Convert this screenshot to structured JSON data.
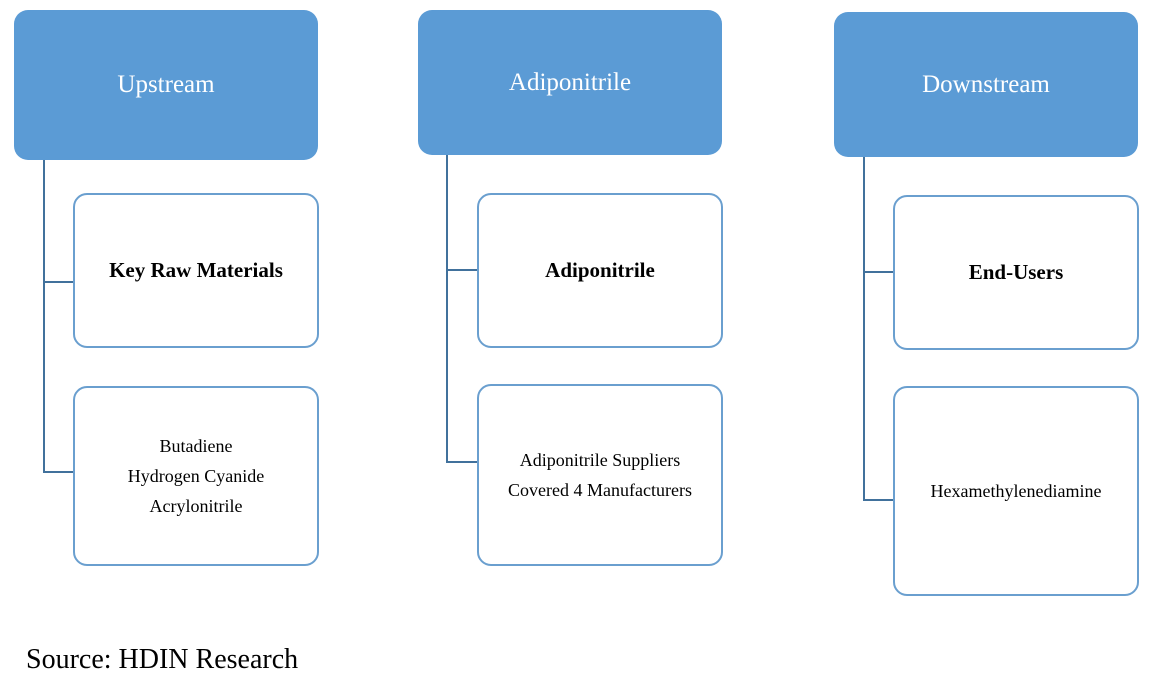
{
  "columns": [
    {
      "header": "Upstream",
      "title": "Key Raw Materials",
      "items": [
        "Butadiene",
        "Hydrogen Cyanide",
        "Acrylonitrile"
      ]
    },
    {
      "header": "Adiponitrile",
      "title": "Adiponitrile",
      "items": [
        "Adiponitrile Suppliers",
        "Covered 4 Manufacturers"
      ]
    },
    {
      "header": "Downstream",
      "title": "End-Users",
      "items": [
        "Hexamethylenediamine"
      ]
    }
  ],
  "source": "Source: HDIN Research",
  "colors": {
    "header_fill": "#5b9bd5",
    "box_border": "#6a9fcf",
    "connector": "#41719c",
    "header_text": "#ffffff"
  }
}
